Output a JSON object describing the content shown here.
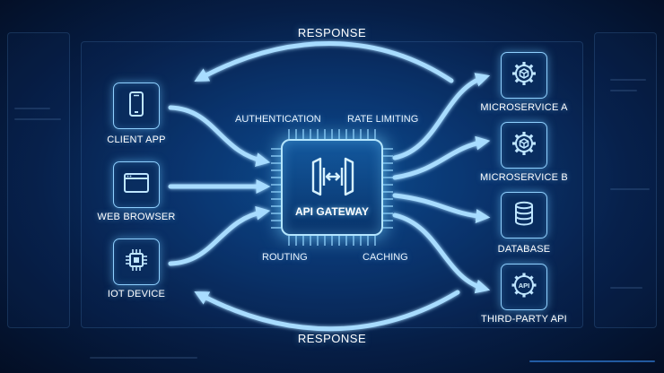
{
  "diagram": {
    "response_top": "RESPONSE",
    "response_bottom": "RESPONSE",
    "gateway": {
      "label": "API GATEWAY",
      "icon": "api-gateway-icon"
    },
    "features": {
      "authentication": "AUTHENTICATION",
      "rate_limiting": "RATE LIMITING",
      "routing": "ROUTING",
      "caching": "CACHING"
    },
    "clients": [
      {
        "label": "CLIENT APP",
        "icon": "mobile-phone-icon"
      },
      {
        "label": "WEB BROWSER",
        "icon": "browser-window-icon"
      },
      {
        "label": "IOT DEVICE",
        "icon": "microchip-icon"
      }
    ],
    "services": [
      {
        "label": "MICROSERVICE A",
        "icon": "gear-cube-icon"
      },
      {
        "label": "MICROSERVICE B",
        "icon": "gear-cube-icon"
      },
      {
        "label": "DATABASE",
        "icon": "database-icon"
      },
      {
        "label": "THIRD-PARTY API",
        "icon": "api-gear-icon",
        "badge": "API"
      }
    ],
    "colors": {
      "accent": "#8fd0ff",
      "arrow": "#a8dcff",
      "background": "#0a3670"
    }
  }
}
